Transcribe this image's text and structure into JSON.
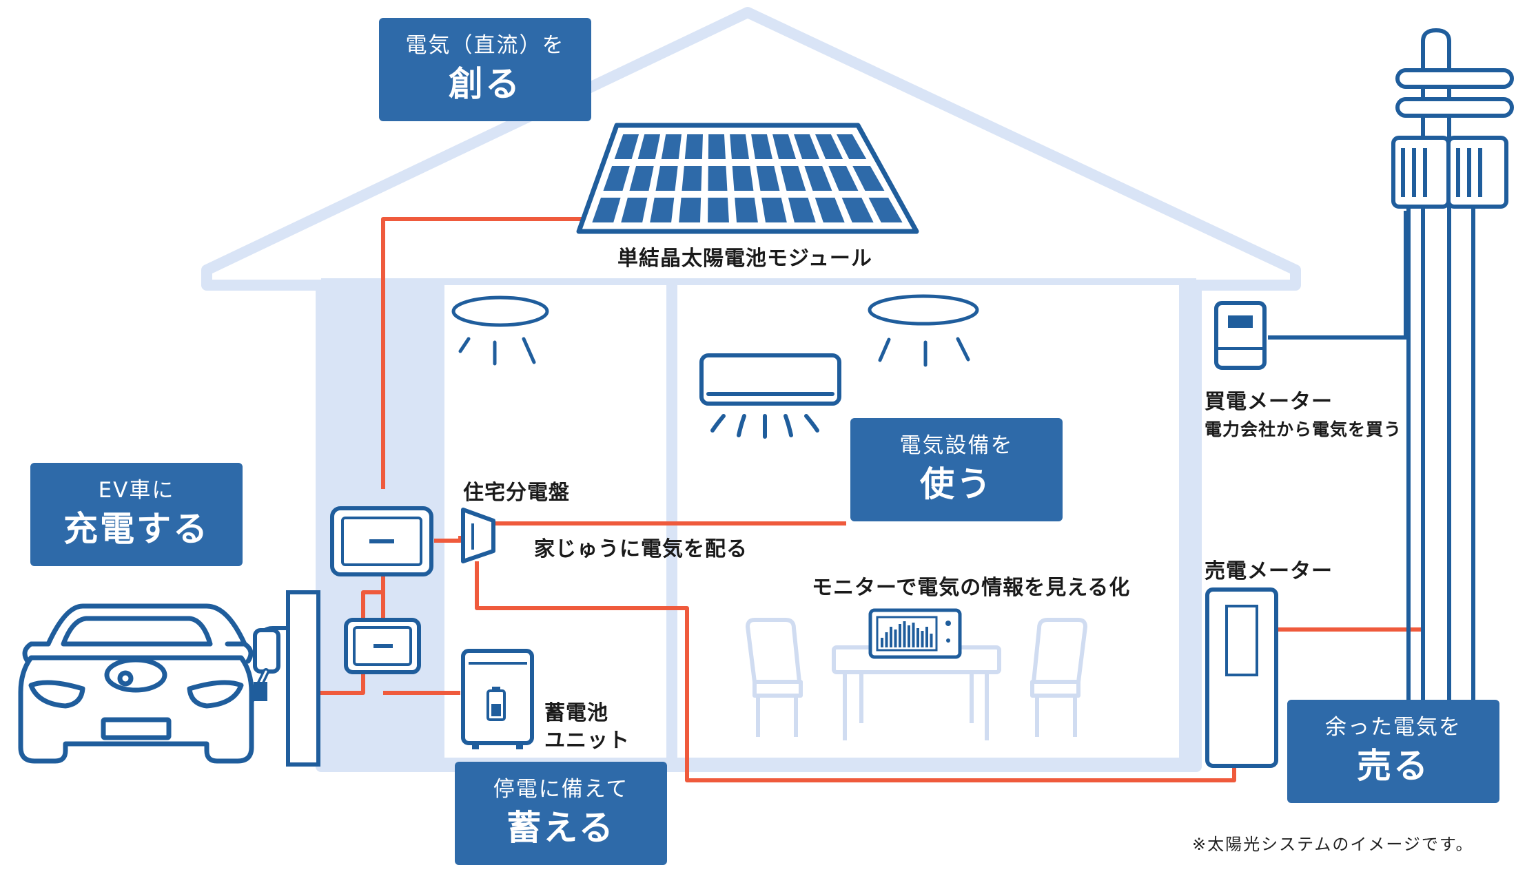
{
  "badges": {
    "create": {
      "sub": "電気（直流）を",
      "main": "創る"
    },
    "ev": {
      "sub": "EV車に",
      "main": "充電する"
    },
    "use": {
      "sub": "電気設備を",
      "main": "使う"
    },
    "store": {
      "sub": "停電に備えて",
      "main": "蓄える"
    },
    "sell": {
      "sub": "余った電気を",
      "main": "売る"
    }
  },
  "labels": {
    "solar_module": "単結晶太陽電池モジュール",
    "distribution_board": "住宅分電盤",
    "distribution_desc": "家じゅうに電気を配る",
    "monitor": "モニターで電気の情報を見える化",
    "battery_line1": "蓄電池",
    "battery_line2": "ユニット",
    "buy_meter": "買電メーター",
    "buy_meter_desc": "電力会社から電気を買う",
    "sell_meter": "売電メーター"
  },
  "note": "※太陽光システムのイメージです。",
  "colors": {
    "badge": "#2e6aa9",
    "outline": "#1f5d9c",
    "house": "#d9e4f6",
    "wire": "#ef5a3c",
    "furniture": "#d0dcf1"
  }
}
